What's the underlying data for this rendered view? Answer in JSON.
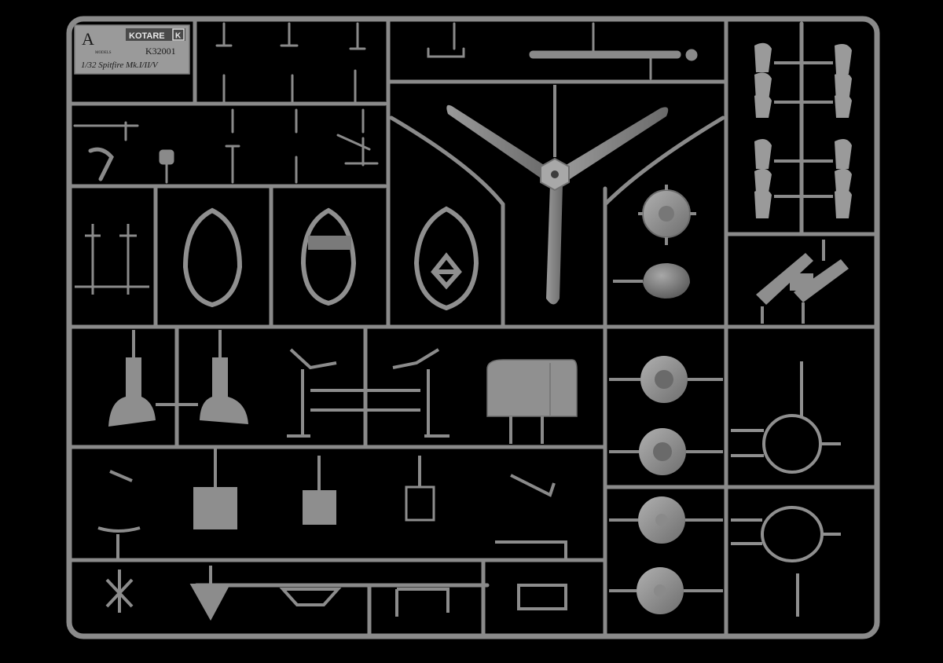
{
  "sprue": {
    "letter": "A",
    "brand": "KOTARE",
    "brand_mark": "K",
    "brand_tagline": "MODELS",
    "kit_number": "K32001",
    "kit_name": "1/32 Spitfire Mk.I/II/V"
  },
  "colors": {
    "background": "#000000",
    "plastic": "#8c8c8c",
    "plastic_light": "#a6a6a6",
    "plastic_dark": "#5e5e5e",
    "label_plate": "#9a9a9a"
  }
}
